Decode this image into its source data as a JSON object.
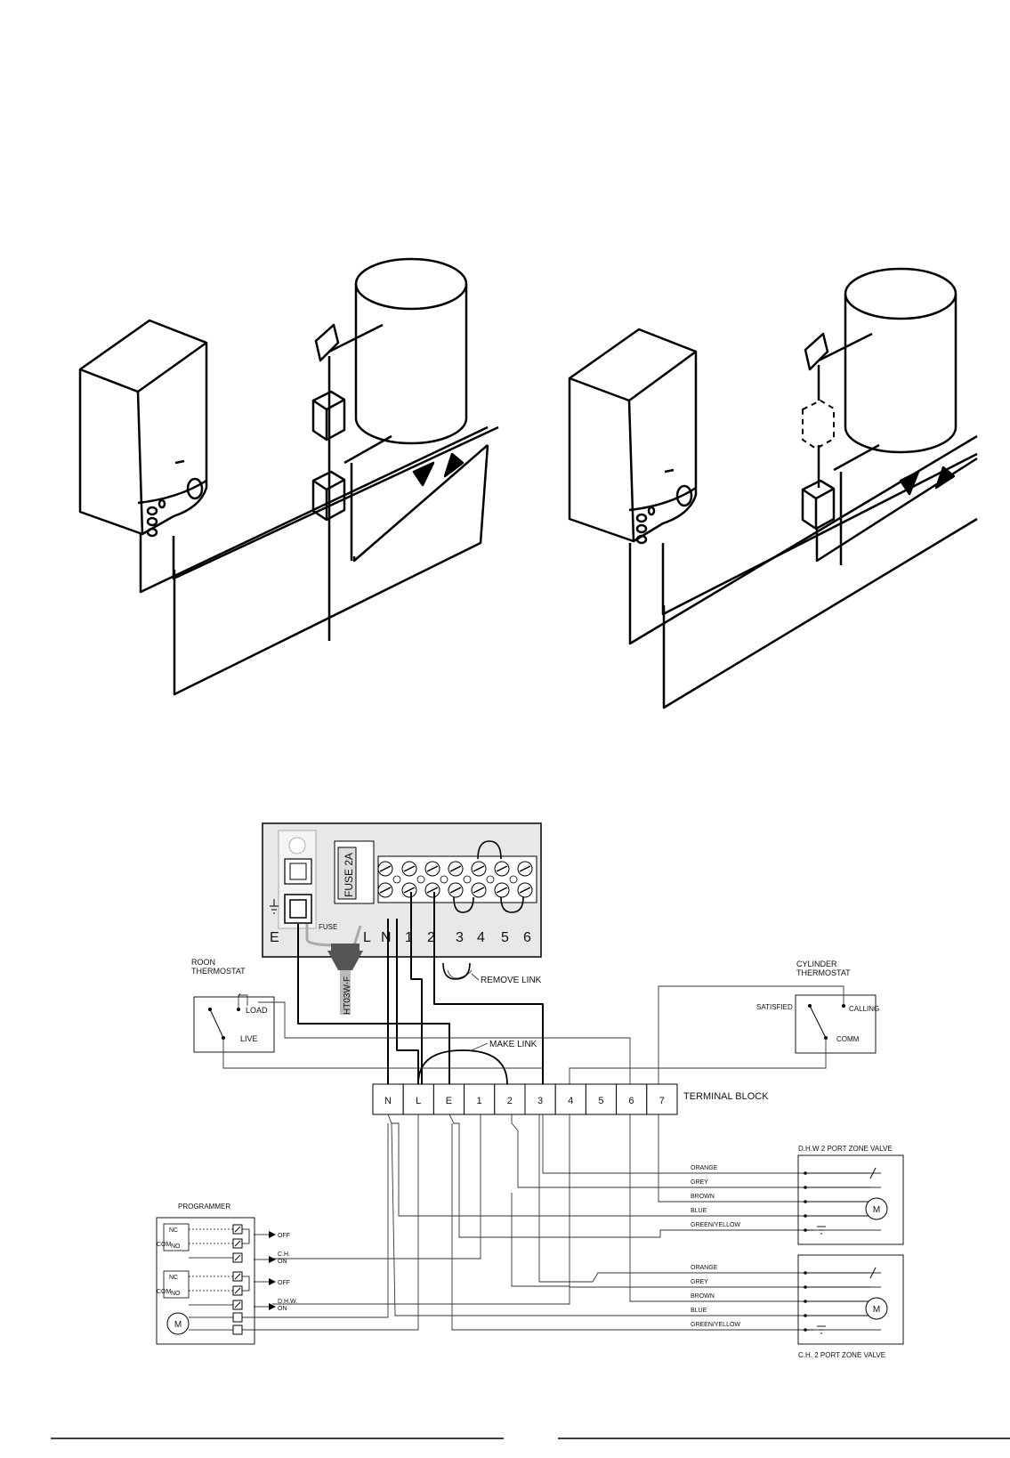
{
  "fuse_label": "FUSE 2A",
  "fuse_small": "FUSE",
  "cable_label": "HT03W-F",
  "panel_terminals": [
    "E",
    "L",
    "N",
    "1",
    "2",
    "3",
    "4",
    "5",
    "6"
  ],
  "labels": {
    "room_thermostat": "ROON\nTHERMOSTAT",
    "load": "LOAD",
    "live": "LIVE",
    "cylinder_thermostat": "CYLINDER\nTHERMOSTAT",
    "satisfied": "SATISFIED",
    "calling": "CALLING",
    "comm": "COMM",
    "remove_link": "REMOVE LINK",
    "make_link": "MAKE LINK",
    "terminal_block": "TERMINAL  BLOCK",
    "programmer": "PROGRAMMER",
    "dhw_valve": "D.H.W 2 PORT ZONE VALVE",
    "ch_valve": "C.H. 2 PORT ZONE VALVE"
  },
  "terminal_block": [
    "N",
    "L",
    "E",
    "1",
    "2",
    "3",
    "4",
    "5",
    "6",
    "7"
  ],
  "programmer": {
    "nc": "NC",
    "no": "NO",
    "com": "COM",
    "off": "OFF",
    "ch_on": "C.H.\nON",
    "dhw_on": "D.H.W.\nON",
    "motor": "M"
  },
  "valve_wires": [
    "ORANGE",
    "GREY",
    "BROWN",
    "BLUE",
    "GREEN/YELLOW"
  ],
  "motor": "M"
}
